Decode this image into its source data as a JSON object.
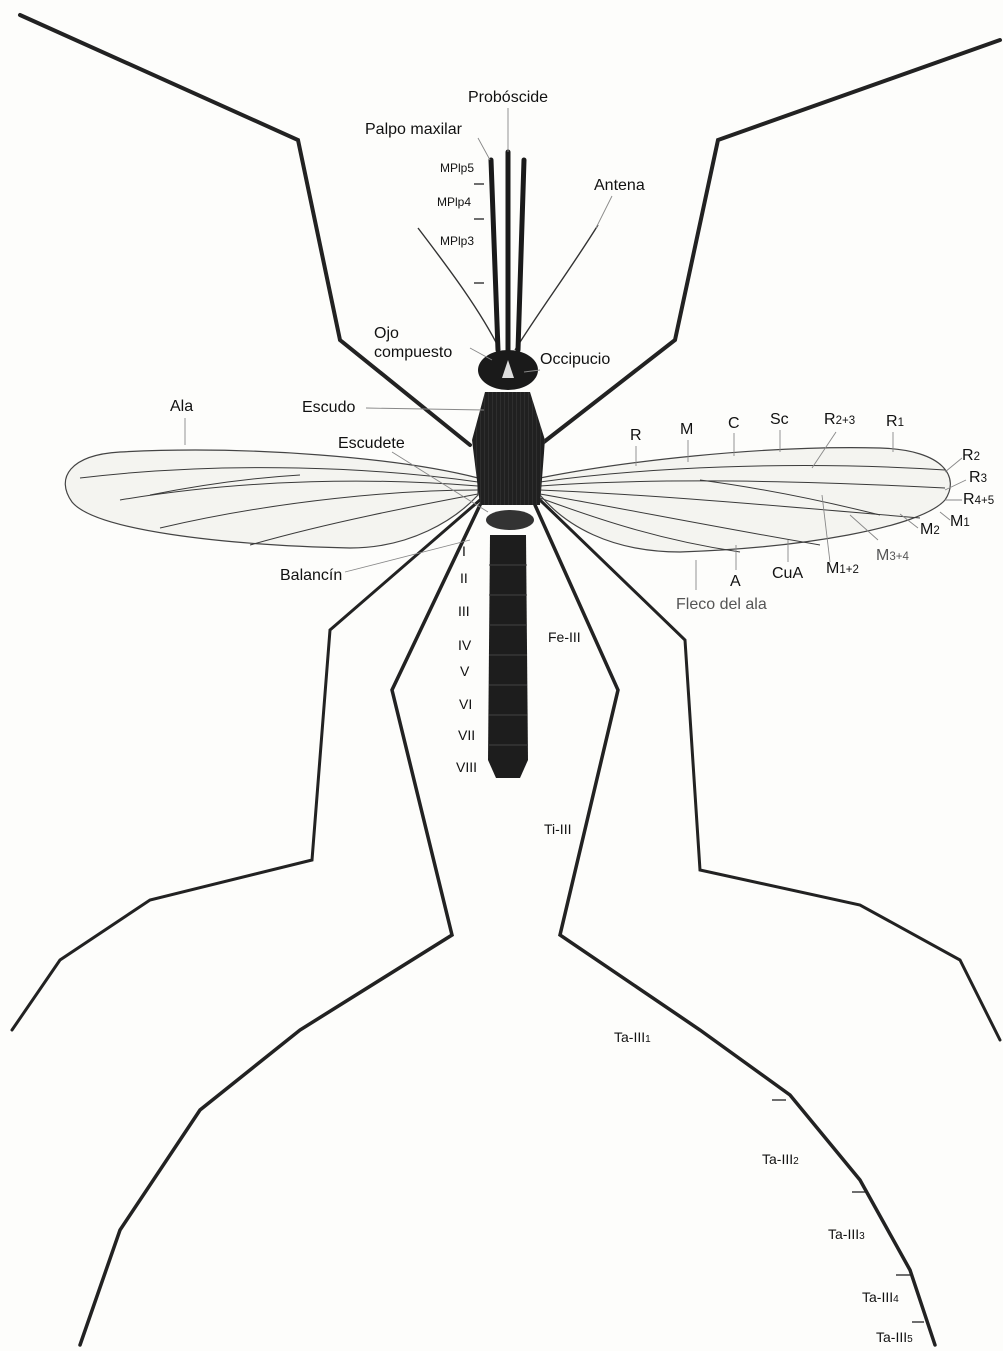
{
  "labels": {
    "proboscide": "Probóscide",
    "palpo": "Palpo maxilar",
    "mplp5": "MPlp5",
    "mplp4": "MPlp4",
    "mplp3": "MPlp3",
    "antena": "Antena",
    "ojo1": "Ojo",
    "ojo2": "compuesto",
    "occipucio": "Occipucio",
    "escudo": "Escudo",
    "ala": "Ala",
    "escudete": "Escudete",
    "balancin": "Balancín",
    "fleco": "Fleco del ala",
    "fe3": "Fe-III",
    "ti3": "Ti-III",
    "seg": [
      "I",
      "II",
      "III",
      "IV",
      "V",
      "VI",
      "VII",
      "VIII"
    ],
    "veins": {
      "R": "R",
      "M": "M",
      "C": "C",
      "Sc": "Sc",
      "R23_a": "R",
      "R23_b": "2+3",
      "R1_a": "R",
      "R1_b": "1",
      "R2_a": "R",
      "R2_b": "2",
      "R3_a": "R",
      "R3_b": "3",
      "R45_a": "R",
      "R45_b": "4+5",
      "M1_a": "M",
      "M1_b": "1",
      "M2_a": "M",
      "M2_b": "2",
      "M34_a": "M",
      "M34_b": "3+4",
      "M12_a": "M",
      "M12_b": "1+2",
      "CuA": "CuA",
      "A": "A"
    },
    "tarsi": [
      {
        "a": "Ta-III",
        "b": "1"
      },
      {
        "a": "Ta-III",
        "b": "2"
      },
      {
        "a": "Ta-III",
        "b": "3"
      },
      {
        "a": "Ta-III",
        "b": "4"
      },
      {
        "a": "Ta-III",
        "b": "5"
      }
    ]
  },
  "colors": {
    "body": "#1a1a1a",
    "leg": "#222222",
    "wing_vein": "#3a3a3a",
    "leader": "#888888"
  }
}
